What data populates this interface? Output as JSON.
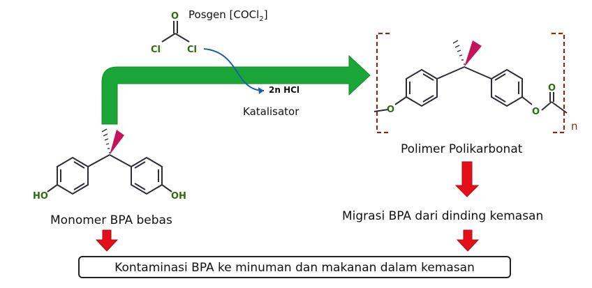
{
  "reagent": {
    "label": "Posgen [COCl",
    "subscript": "2",
    "close": "]",
    "atom_o": "O",
    "atom_cl1": "Cl",
    "atom_cl2": "Cl"
  },
  "byproduct": "2n HCl",
  "catalyst": "Katalisator",
  "monomer": {
    "label": "Monomer BPA bebas",
    "ho_left": "HO",
    "oh_right": "OH"
  },
  "polymer": {
    "label": "Polimer Polikarbonat",
    "atom_o_left": "O",
    "atom_o_carbonyl": "O",
    "atom_o_right": "O",
    "repeat": "n"
  },
  "migration": "Migrasi BPA dari dinding kemasan",
  "result": "Kontaminasi BPA ke minuman dan makanan dalam kemasan",
  "colors": {
    "green_arrow": "#1aa637",
    "red_arrow": "#e3101a",
    "bond": "#2d2d3a",
    "wedge": "#c4135a",
    "hetero_green": "#2c6b0e",
    "bracket": "#7a3010",
    "curve_blue": "#1a5fa8"
  }
}
